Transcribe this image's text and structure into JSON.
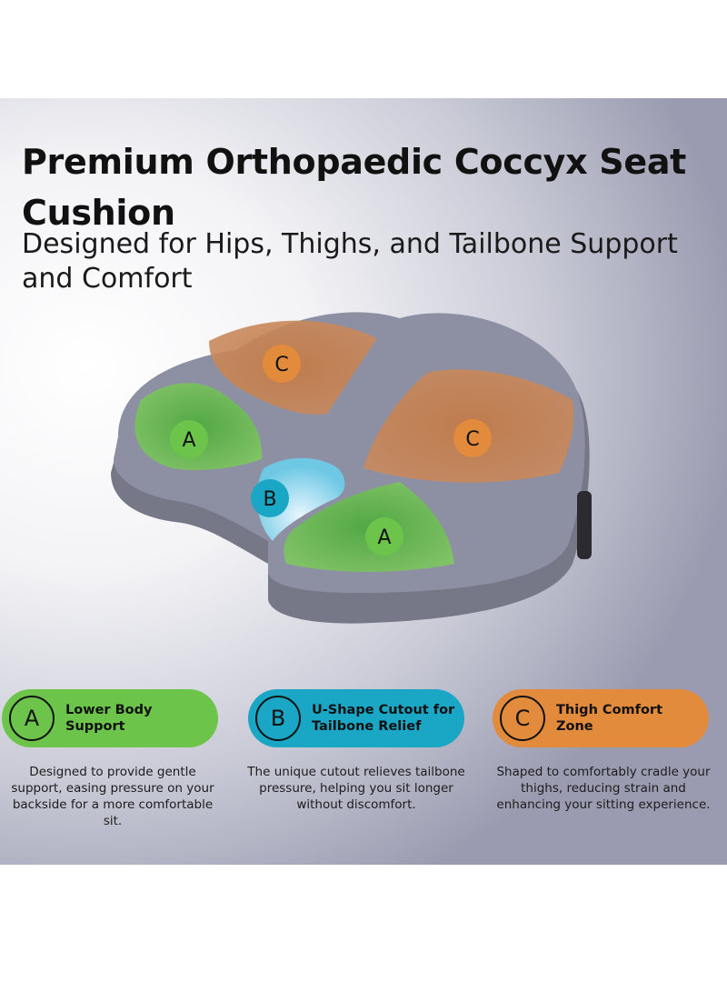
{
  "header": {
    "title": "Premium Orthopaedic Coccyx Seat Cushion",
    "subtitle": "Designed for Hips, Thighs, and Tailbone Support and Comfort"
  },
  "product": {
    "zone_labels": [
      "C",
      "A",
      "C",
      "B",
      "A"
    ]
  },
  "features": [
    {
      "letter": "A",
      "label": "Lower Body Support",
      "description": "Designed to provide gentle support, easing pressure on your backside for a more comfortable sit.",
      "color": "#6cc54a"
    },
    {
      "letter": "B",
      "label": "U-Shape Cutout for Tailbone Relief",
      "description": "The unique cutout relieves tailbone pressure, helping you sit longer without discomfort.",
      "color": "#1aa7c5"
    },
    {
      "letter": "C",
      "label": "Thigh Comfort Zone",
      "description": "Shaped to comfortably cradle your thighs, reducing strain and enhancing your sitting experience.",
      "color": "#e38b3c"
    }
  ],
  "colors": {
    "cushion": "#8d8fa3",
    "zone_a": "#6cc54a",
    "zone_b": "#1aa7c5",
    "zone_c": "#e38b3c"
  }
}
